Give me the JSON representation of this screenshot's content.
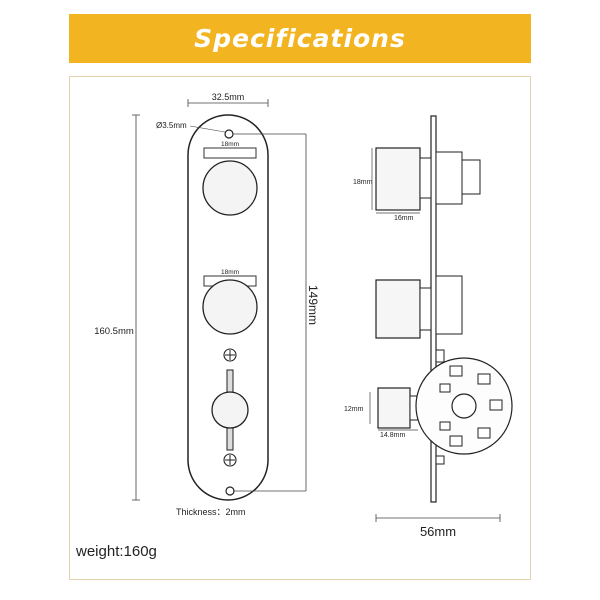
{
  "banner": {
    "title": "Specifications",
    "color": "#f3b421"
  },
  "dimensions": {
    "plate_width": "32.5mm",
    "hole_diameter": "Ø3.5mm",
    "pot1_width": "18mm",
    "pot2_width": "18mm",
    "total_length": "160.5mm",
    "hole_spacing": "149mm",
    "thickness": "Thickness：2mm",
    "side_pot_height": "18mm",
    "side_pot_depth": "16mm",
    "switch_height": "12mm",
    "switch_depth": "14.8mm",
    "side_width": "56mm"
  },
  "weight": "weight:160g"
}
